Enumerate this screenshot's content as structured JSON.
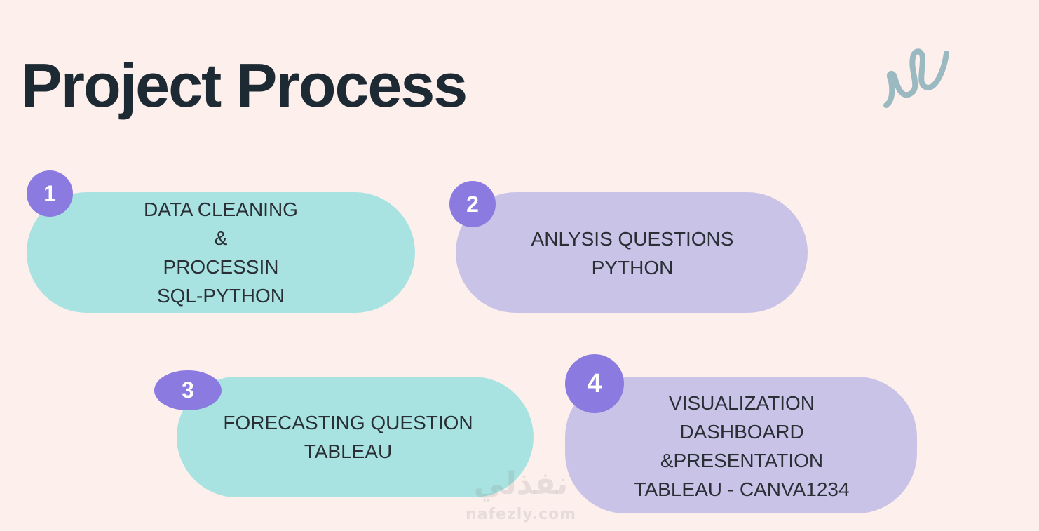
{
  "title": "Project Process",
  "decoration": {
    "icon": "squiggle-icon",
    "color": "#8fb3bd"
  },
  "colors": {
    "background": "#fdf0ec",
    "teal_card": "#a8e3e1",
    "lavender_card": "#c9c3e7",
    "badge": "#8b7be0",
    "text": "#1e2a33"
  },
  "steps": [
    {
      "number": "1",
      "lines": [
        "DATA CLEANING",
        "&",
        "PROCESSIN",
        "SQL-PYTHON"
      ]
    },
    {
      "number": "2",
      "lines": [
        "ANLYSIS QUESTIONS",
        "PYTHON"
      ]
    },
    {
      "number": "3",
      "lines": [
        "FORECASTING QUESTION",
        "TABLEAU"
      ]
    },
    {
      "number": "4",
      "lines": [
        "VISUALIZATION",
        "DASHBOARD",
        "&PRESENTATION",
        "TABLEAU - CANVA1234"
      ]
    }
  ],
  "watermark": {
    "arabic": "نفذلي",
    "latin": "nafezly.com"
  }
}
